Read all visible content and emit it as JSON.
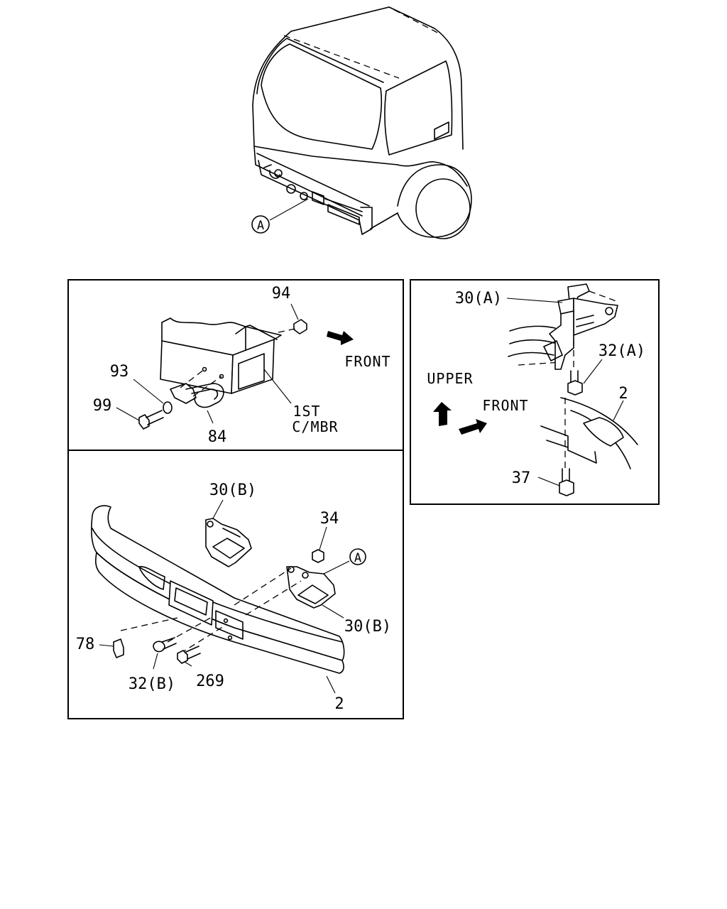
{
  "callouts": {
    "overview": {
      "circle_a": "A"
    },
    "box_tow_hook": {
      "p94": "94",
      "p93": "93",
      "p99": "99",
      "p84": "84",
      "mbr_line1": "1ST",
      "mbr_line2": "C/MBR",
      "front": "FRONT"
    },
    "box_bracket": {
      "p30a": "30(A)",
      "p32a": "32(A)",
      "p2": "2",
      "p37": "37",
      "upper": "UPPER",
      "front": "FRONT"
    },
    "box_bumper": {
      "p30b_top": "30(B)",
      "p34": "34",
      "circle_a": "A",
      "p30b_right": "30(B)",
      "p78": "78",
      "p32b": "32(B)",
      "p269": "269",
      "p2": "2"
    }
  },
  "colors": {
    "line": "#000000",
    "background": "#ffffff"
  }
}
